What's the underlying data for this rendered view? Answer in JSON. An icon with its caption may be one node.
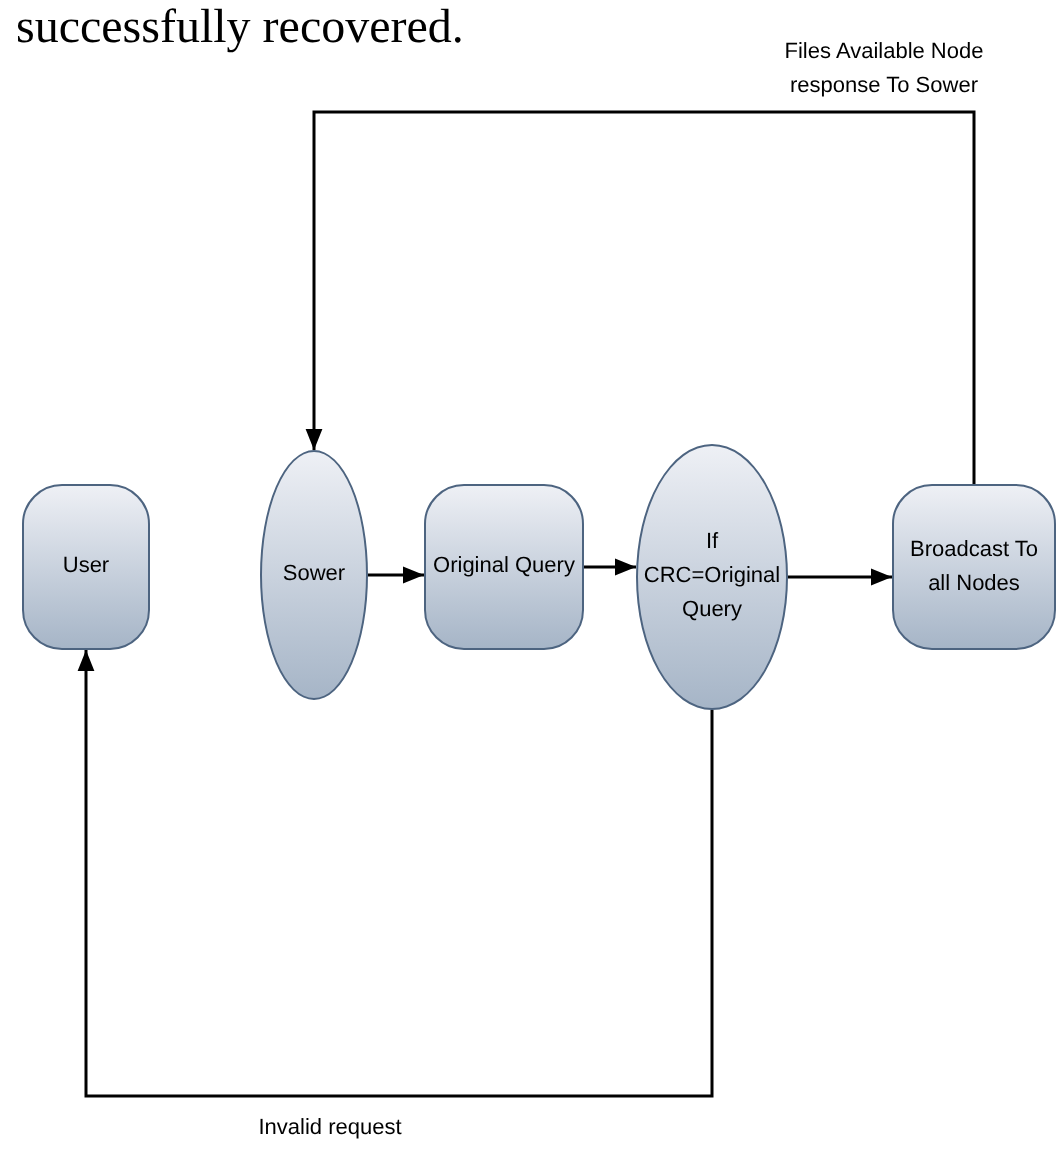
{
  "diagram": {
    "nodes": [
      {
        "text": [
          "User"
        ]
      },
      {
        "text": [
          "Sower"
        ]
      },
      {
        "text": [
          "Original Query"
        ]
      },
      {
        "text": [
          "If CRC=Original Query"
        ]
      },
      {
        "text": [
          "Broadcast To all Nodes"
        ]
      }
    ],
    "edges": [
      {
        "from": 1,
        "to": 2,
        "arrow": "to"
      },
      {
        "from": 2,
        "to": 3,
        "arrow": "to"
      },
      {
        "from": 3,
        "to": 4,
        "arrow": "to"
      },
      {
        "from": 4,
        "to": 1,
        "arrow": "to",
        "label": "Files Available Node response To Sower"
      },
      {
        "from": 3,
        "to": 0,
        "arrow": "to",
        "label": "Invalid request"
      }
    ],
    "labels": [
      "successfully recovered."
    ]
  }
}
